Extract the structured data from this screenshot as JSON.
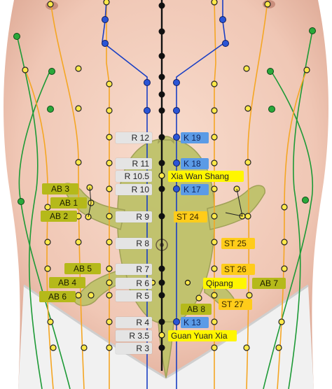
{
  "labels": {
    "r12": "R 12",
    "r11": "R 11",
    "r105": "R 10.5",
    "r10": "R 10",
    "r9": "R 9",
    "r8": "R 8",
    "r7": "R 7",
    "r6": "R 6",
    "r5": "R 5",
    "r4": "R 4",
    "r35": "R 3.5",
    "r3": "R 3",
    "k19": "K 19",
    "k18": "K 18",
    "k17": "K 17",
    "k13": "K 13",
    "st24": "ST 24",
    "st25": "ST 25",
    "st26": "ST 26",
    "st27": "ST 27",
    "xiawan": "Xia Wan Shang",
    "qipang": "Qipang",
    "guanyuan": "Guan Yuan Xia",
    "ab1": "AB 1",
    "ab2": "AB 2",
    "ab3": "AB 3",
    "ab4": "AB 4",
    "ab5": "AB 5",
    "ab6": "AB 6",
    "ab7": "AB 7",
    "ab8": "AB 8"
  },
  "colors": {
    "skin": "#f2cfc0",
    "meridian_black": "#111111",
    "meridian_blue": "#1a3fc4",
    "meridian_orange": "#f5a623",
    "meridian_green": "#1d9a36",
    "turtle": "#bfc26a",
    "point_yellow": "#ffe94a",
    "point_blue": "#2a55d6",
    "point_green": "#2aa83a"
  }
}
